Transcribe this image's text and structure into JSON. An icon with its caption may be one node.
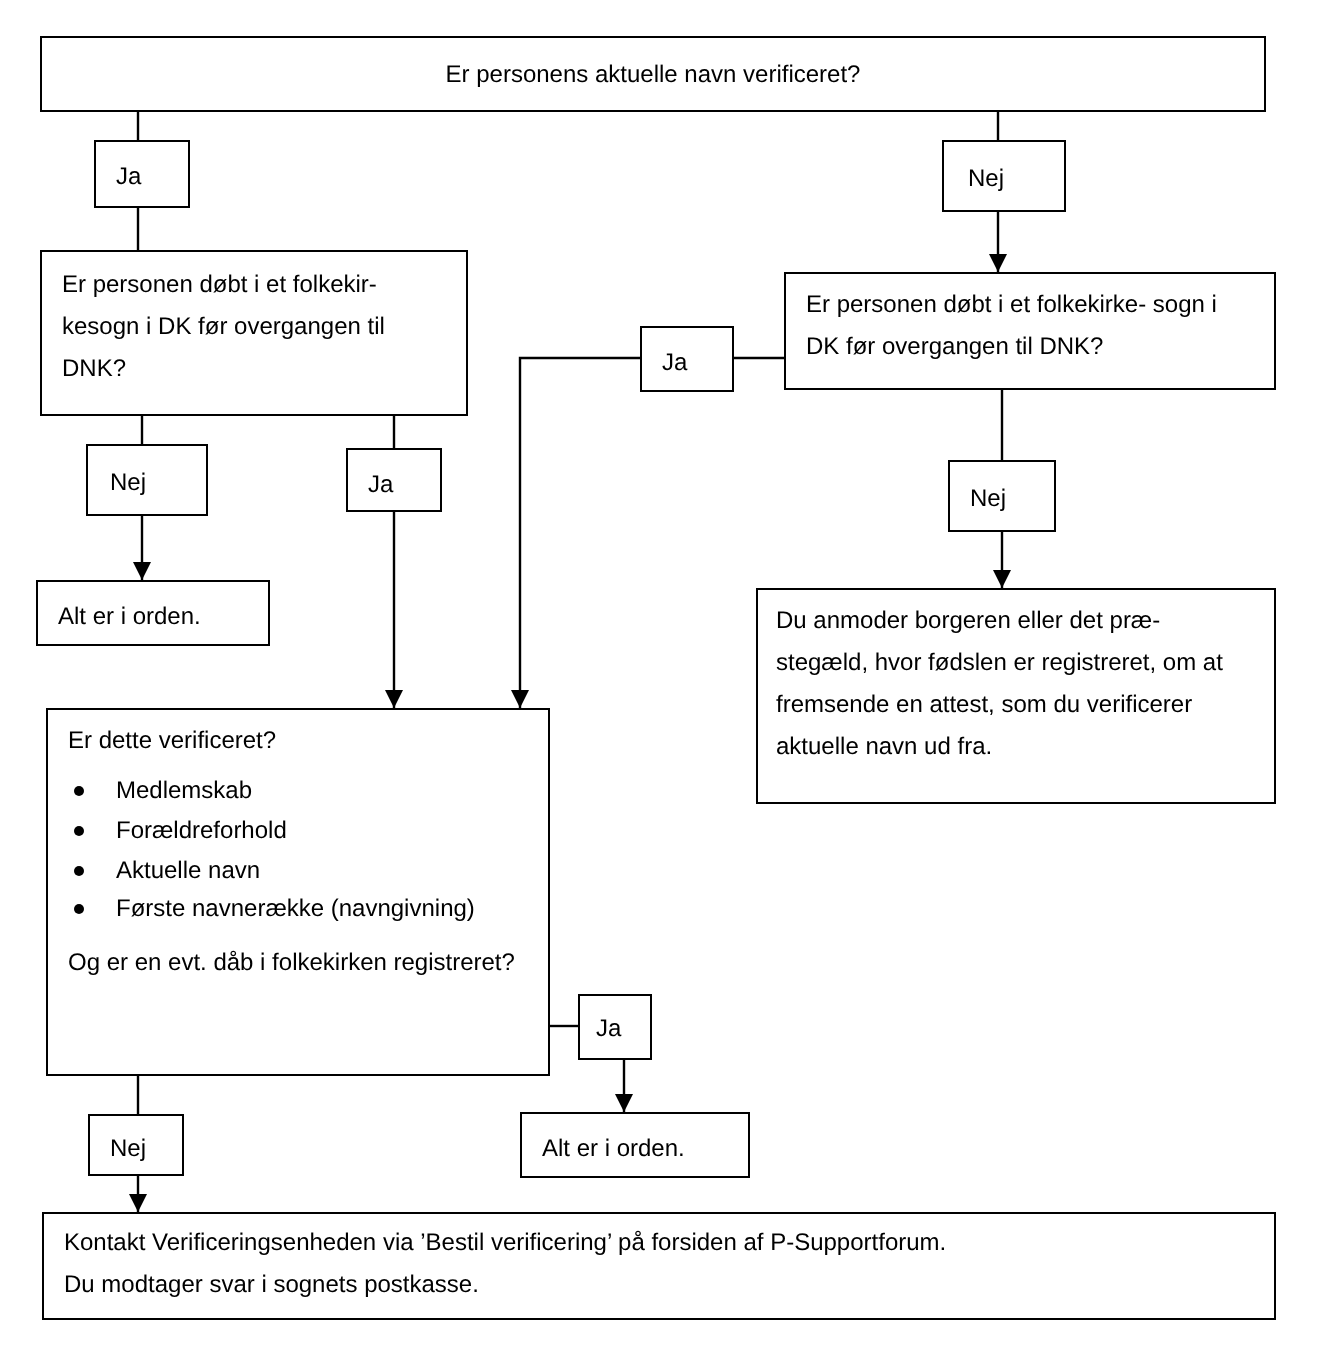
{
  "diagram": {
    "nodes": [
      {
        "text": [
          "Er personens aktuelle navn verificeret?"
        ]
      },
      {
        "text": [
          "Ja"
        ]
      },
      {
        "text": [
          "Nej"
        ]
      },
      {
        "text": [
          "Er personen døbt i et folkekir- kesogn i DK før overgangen til DNK?"
        ]
      },
      {
        "text": [
          "Er personen døbt i et folkekirke- sogn i DK før overgangen til DNK?"
        ]
      },
      {
        "text": [
          "Ja"
        ]
      },
      {
        "text": [
          "Nej"
        ]
      },
      {
        "text": [
          "Ja"
        ]
      },
      {
        "text": [
          "Nej"
        ]
      },
      {
        "text": [
          "Alt er i orden."
        ]
      },
      {
        "text": [
          "Du anmoder borgeren eller det præ- stegæld, hvor fødslen er registreret, om at fremsende en attest, som du verificerer aktuelle navn ud fra."
        ]
      },
      {
        "text": [
          "Er dette verificeret?",
          "Medlemskab",
          "Forældreforhold",
          "Aktuelle navn",
          "Første navnerække (navngivning)",
          "Og er en evt. dåb i folkekirken registreret?"
        ]
      },
      {
        "text": [
          "Ja"
        ]
      },
      {
        "text": [
          "Alt er i orden."
        ]
      },
      {
        "text": [
          "Nej"
        ]
      },
      {
        "text": [
          "Kontakt Verificeringsenheden via ’Bestil verificering’ på forsiden af P-Supportforum.",
          "Du modtager svar i sognets postkasse."
        ]
      }
    ],
    "edges": [
      {
        "from": 0,
        "to": 1,
        "arrow": "none"
      },
      {
        "from": 1,
        "to": 3,
        "arrow": "none"
      },
      {
        "from": 0,
        "to": 2,
        "arrow": "none"
      },
      {
        "from": 2,
        "to": 4,
        "arrow": "to"
      },
      {
        "from": 4,
        "to": 5,
        "arrow": "none"
      },
      {
        "from": 5,
        "to": 11,
        "arrow": "to"
      },
      {
        "from": 3,
        "to": 6,
        "arrow": "none"
      },
      {
        "from": 6,
        "to": 9,
        "arrow": "to"
      },
      {
        "from": 3,
        "to": 7,
        "arrow": "none"
      },
      {
        "from": 7,
        "to": 11,
        "arrow": "to"
      },
      {
        "from": 4,
        "to": 8,
        "arrow": "none"
      },
      {
        "from": 8,
        "to": 10,
        "arrow": "to"
      },
      {
        "from": 11,
        "to": 12,
        "arrow": "none"
      },
      {
        "from": 12,
        "to": 13,
        "arrow": "to"
      },
      {
        "from": 11,
        "to": 14,
        "arrow": "none"
      },
      {
        "from": 14,
        "to": 15,
        "arrow": "to"
      }
    ]
  }
}
